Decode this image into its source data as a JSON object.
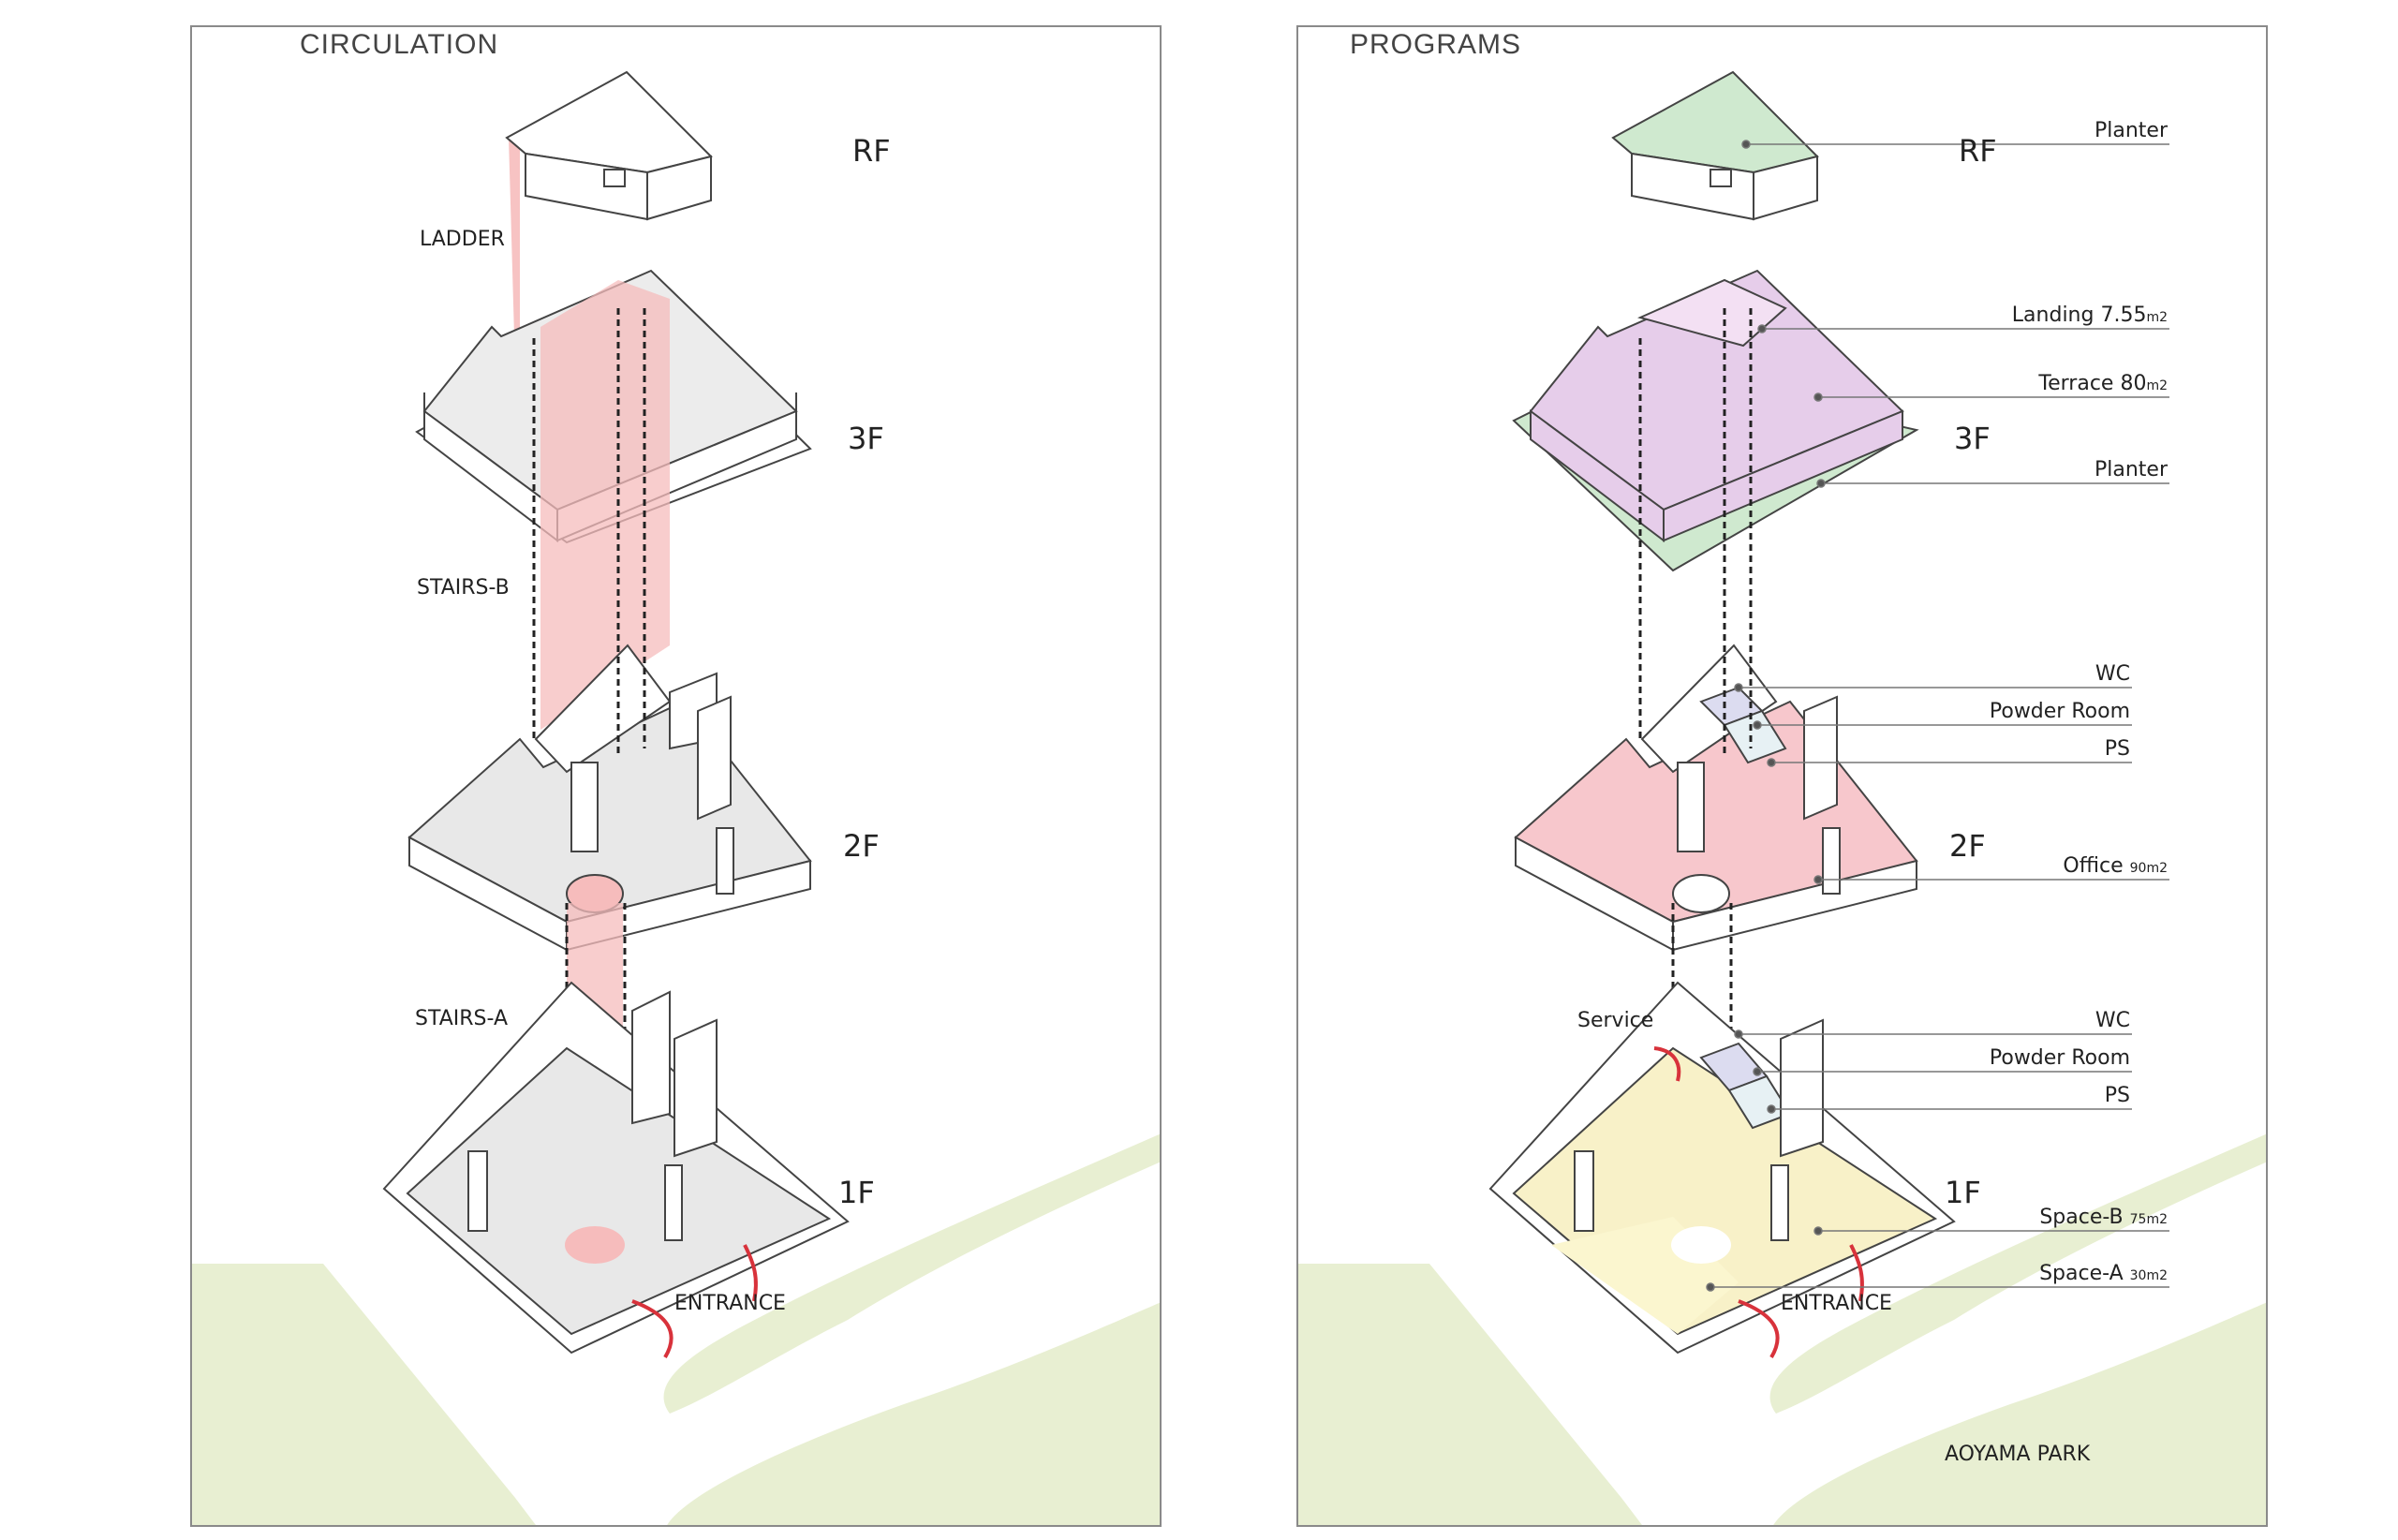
{
  "colors": {
    "background": "#ffffff",
    "park": "#e8efd2",
    "circulation": "#f6bcbc",
    "planter": "#cfe9cf",
    "terrace": "#e6cdea",
    "office": "#f7c7cc",
    "space": "#f8f1c8",
    "wc": "#dcdcf0",
    "powder": "#e7f1f4",
    "floor_gray": "#e8e8e8",
    "arrow": "#d8323b"
  },
  "left": {
    "title": "CIRCULATION",
    "labels": {
      "ladder": "LADDER",
      "stairs_b": "STAIRS-B",
      "stairs_a": "STAIRS-A",
      "entrance": "ENTRANCE"
    },
    "floors": {
      "rf": "RF",
      "f3": "3F",
      "f2": "2F",
      "f1": "1F"
    }
  },
  "right": {
    "title": "PROGRAMS",
    "floors": {
      "rf": "RF",
      "f3": "3F",
      "f2": "2F",
      "f1": "1F"
    },
    "tags": {
      "planter_rf": "Planter",
      "landing": "Landing 7.55",
      "landing_unit": "m2",
      "terrace": "Terrace 80",
      "terrace_unit": "m2",
      "planter_3f": "Planter",
      "wc_2f": "WC",
      "powder_2f": "Powder Room",
      "ps_2f": "PS",
      "office": "Office ",
      "office_unit": "90m2",
      "wc_1f": "WC",
      "powder_1f": "Powder Room",
      "ps_1f": "PS",
      "space_b": "Space-B ",
      "space_b_unit": "75m2",
      "space_a": "Space-A ",
      "space_a_unit": "30m2"
    },
    "service": "Service",
    "entrance": "ENTRANCE",
    "park": "AOYAMA PARK"
  }
}
